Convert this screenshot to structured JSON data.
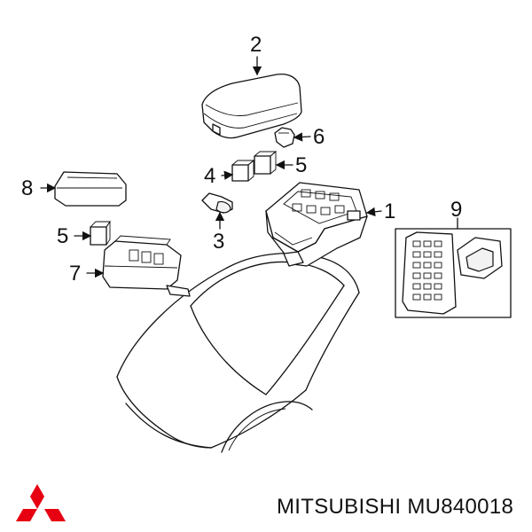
{
  "callouts": {
    "c1": "1",
    "c2": "2",
    "c3": "3",
    "c4": "4",
    "c5a": "5",
    "c5b": "5",
    "c6": "6",
    "c7": "7",
    "c8": "8",
    "c9": "9"
  },
  "caption": {
    "brand": "MITSUBISHI",
    "part_number": "MU840018"
  },
  "logo": {
    "name": "mitsubishi-logo",
    "color": "#e60012"
  }
}
